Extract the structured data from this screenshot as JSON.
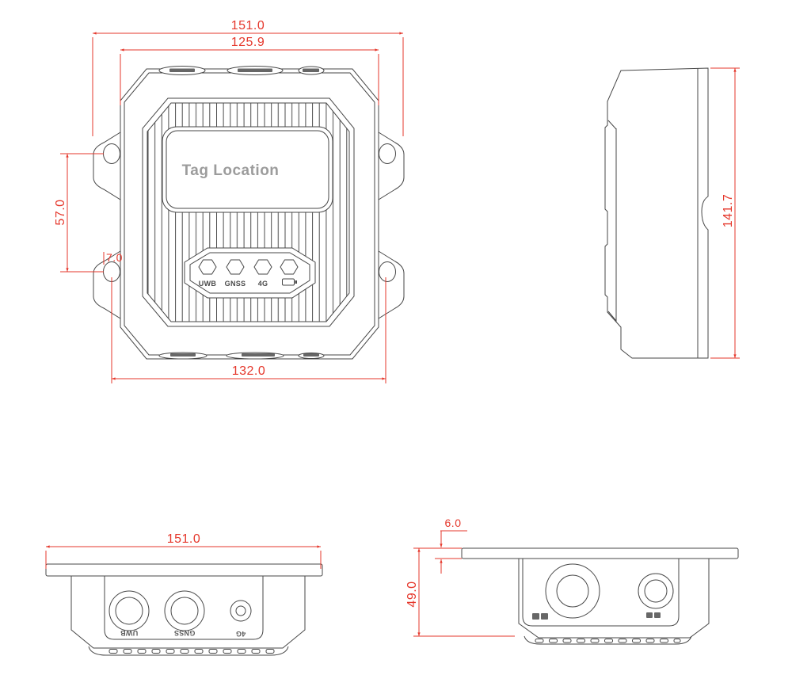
{
  "front_view": {
    "product_label": "Tag Location",
    "led_labels": [
      "UWB",
      "GNSS",
      "4G"
    ],
    "dimensions": {
      "overall_width": "151.0",
      "body_width": "125.9",
      "hole_pitch_vertical": "57.0",
      "hole_diameter": "7.0",
      "hole_pitch_horizontal": "132.0"
    }
  },
  "side_view": {
    "dimensions": {
      "overall_height": "141.7"
    }
  },
  "bottom_view": {
    "port_labels": [
      "UWB",
      "GNSS",
      "4G"
    ],
    "dimensions": {
      "overall_width": "151.0"
    }
  },
  "rear_side_view": {
    "dimensions": {
      "flange_thickness": "6.0",
      "body_depth": "49.0"
    }
  },
  "colors": {
    "dimension_red": "#e5372b",
    "line_gray": "#474747",
    "label_gray": "#9c9c9c"
  }
}
